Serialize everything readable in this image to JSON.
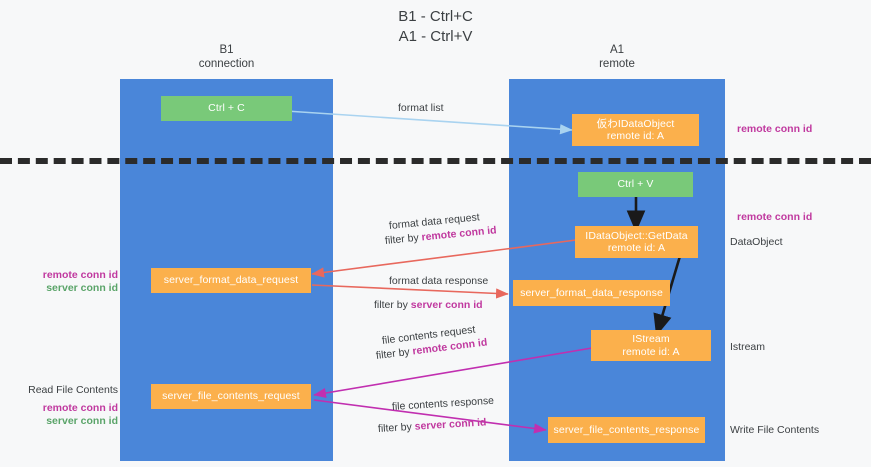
{
  "heading": "B1 - Ctrl+C\nA1 - Ctrl+V",
  "lanes": {
    "b1": {
      "title": "B1\nconnection"
    },
    "a1": {
      "title": "A1\nremote"
    }
  },
  "nodes": {
    "ctrl_c": "Ctrl + C",
    "ctrl_v": "Ctrl + V",
    "idataobject_remote": "仮わIDataObject\nremote id: A",
    "idataobject_getdata": "IDataObject::GetData\nremote id: A",
    "server_format_data_request": "server_format_data_request",
    "server_format_data_response": "server_format_data_response",
    "istream": "IStream\nremote id: A",
    "server_file_contents_request": "server_file_contents_request",
    "server_file_contents_response": "server_file_contents_response"
  },
  "captions": {
    "format_list": "format list",
    "format_data_request": "format data request",
    "format_data_request_filter_prefix": "filter by ",
    "format_data_request_filter_key": "remote conn id",
    "format_data_response": "format data response",
    "format_data_response_filter_prefix": "filter by ",
    "format_data_response_filter_key": "server conn id",
    "file_contents_request": "file contents request",
    "file_contents_request_filter_prefix": "filter by ",
    "file_contents_request_filter_key": "remote conn id",
    "file_contents_response": "file contents response",
    "file_contents_response_filter_prefix": "filter by ",
    "file_contents_response_filter_key": "server conn id"
  },
  "annotations_right": {
    "remote_conn_id_top": "remote conn id",
    "remote_conn_id_mid": "remote conn id",
    "dataobject": "DataObject",
    "istream": "Istream",
    "write_file_contents": "Write File Contents"
  },
  "annotations_left": {
    "remote_conn_id_mid": "remote conn id",
    "server_conn_id_mid": "server conn id",
    "read_file_contents": "Read File Contents",
    "remote_conn_id_bottom": "remote conn id",
    "server_conn_id_bottom": "server conn id"
  },
  "colors": {
    "lane": "#4a86d9",
    "green_node": "#79c979",
    "orange_node": "#fbb04c",
    "magenta": "#c0399f",
    "green_text": "#5aa469",
    "red_arrow": "#e8685d",
    "blue_arrow": "#a9d3f0",
    "magenta_arrow": "#c12fb0",
    "black_arrow": "#1a1a1a",
    "separator": "#2b2b2b",
    "background": "#f7f8f9"
  }
}
